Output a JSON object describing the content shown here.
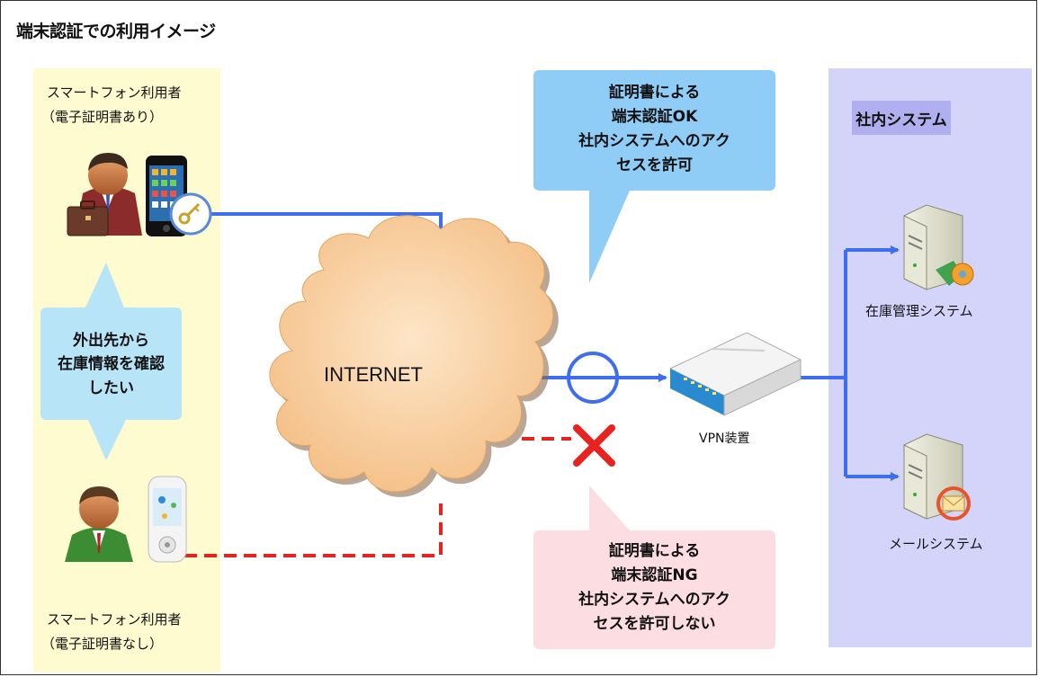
{
  "title": "端末認証での利用イメージ",
  "users": {
    "with_cert": {
      "line1": "スマートフォン利用者",
      "line2": "（電子証明書あり）"
    },
    "without_cert": {
      "line1": "スマートフォン利用者",
      "line2": "（電子証明書なし）"
    }
  },
  "user_bubble": {
    "line1": "外出先から",
    "line2": "在庫情報を確認",
    "line3": "したい"
  },
  "ok_bubble": {
    "line1": "証明書による",
    "line2": "端末認証OK",
    "line3": "社内システムへのアク",
    "line4": "セスを許可"
  },
  "ng_bubble": {
    "line1": "証明書による",
    "line2": "端末認証NG",
    "line3": "社内システムへのアク",
    "line4": "セスを許可しない"
  },
  "internet_label": "INTERNET",
  "vpn_label": "VPN装置",
  "system": {
    "title": "社内システム",
    "servers": [
      {
        "label": "在庫管理システム"
      },
      {
        "label": "メールシステム"
      }
    ]
  },
  "colors": {
    "ok_line": "#3d6ef0",
    "ng_line": "#e8231f",
    "user_panel": "#fdfbcf",
    "system_panel": "#d4d3f9",
    "ok_bubble": "#8fcdf6",
    "ng_bubble": "#fbdde2",
    "user_bubble": "#b8e4f8",
    "cloud": "#f7ce9e"
  }
}
